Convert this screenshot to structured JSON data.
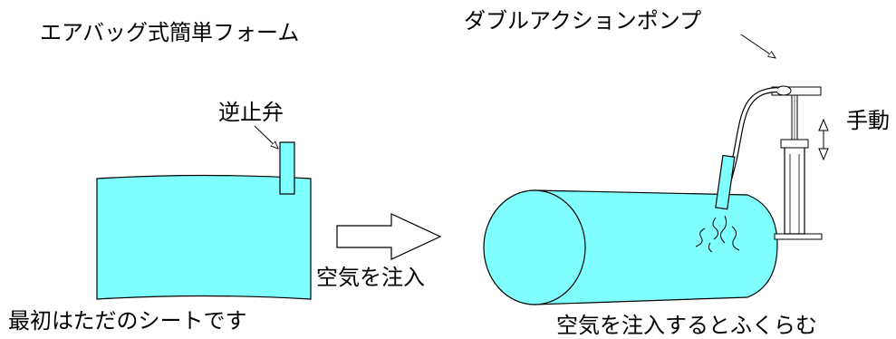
{
  "title": "エアバッグ式簡単フォーム",
  "labels": {
    "check_valve": "逆止弁",
    "pump": "ダブルアクションポンプ",
    "manual": "手動",
    "inject_air": "空気を注入",
    "flat_sheet": "最初はただのシートです",
    "inflates": "空気を注入するとふくらむ"
  },
  "colors": {
    "fill": "#80ffff",
    "stroke": "#000000",
    "background": "#ffffff"
  }
}
